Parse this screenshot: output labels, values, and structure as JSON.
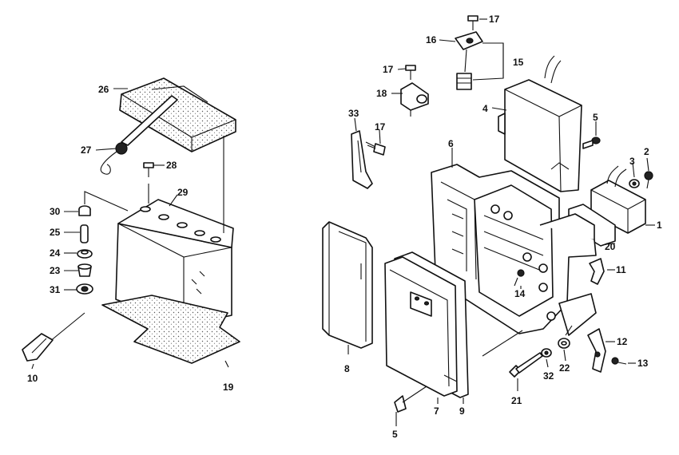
{
  "labels": {
    "p1": "1",
    "p2": "2",
    "p3": "3",
    "p4": "4",
    "p5a": "5",
    "p5b": "5",
    "p6": "6",
    "p7": "7",
    "p8": "8",
    "p9": "9",
    "p10": "10",
    "p11": "11",
    "p12": "12",
    "p13": "13",
    "p14": "14",
    "p15": "15",
    "p16": "16",
    "p17a": "17",
    "p17b": "17",
    "p17c": "17",
    "p18": "18",
    "p19": "19",
    "p20": "20",
    "p21": "21",
    "p22": "22",
    "p23": "23",
    "p24": "24",
    "p25": "25",
    "p26": "26",
    "p27": "27",
    "p28": "28",
    "p29": "29",
    "p30": "30",
    "p31": "31",
    "p32": "32",
    "p33": "33"
  }
}
